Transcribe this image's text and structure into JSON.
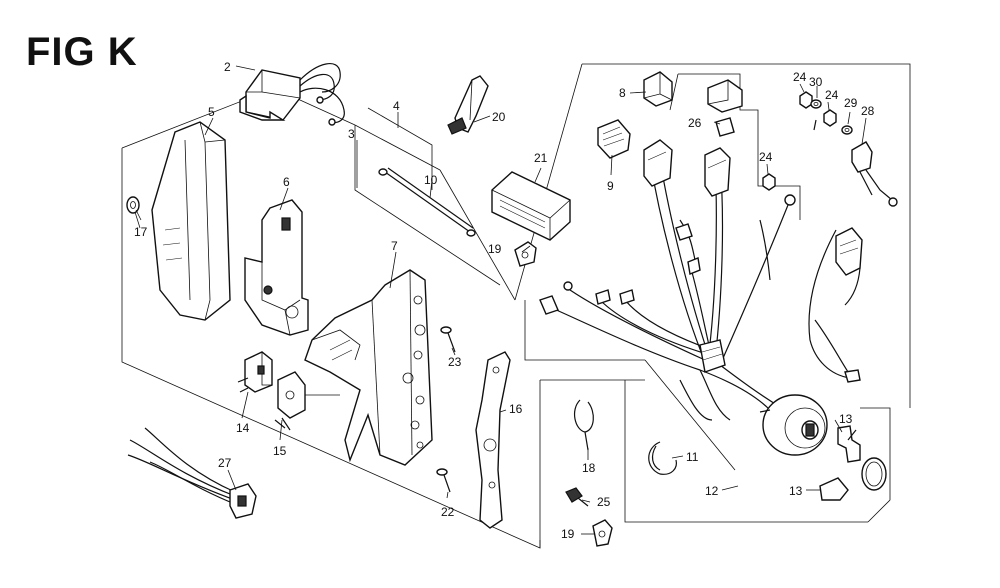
{
  "figure": {
    "title": "FIG K"
  },
  "callouts": [
    "2",
    "3",
    "4",
    "5",
    "6",
    "7",
    "8",
    "9",
    "10",
    "11",
    "12",
    "13",
    "13",
    "14",
    "15",
    "16",
    "17",
    "18",
    "19",
    "19",
    "20",
    "21",
    "22",
    "23",
    "24",
    "24",
    "24",
    "25",
    "26",
    "27",
    "28",
    "29",
    "30"
  ]
}
